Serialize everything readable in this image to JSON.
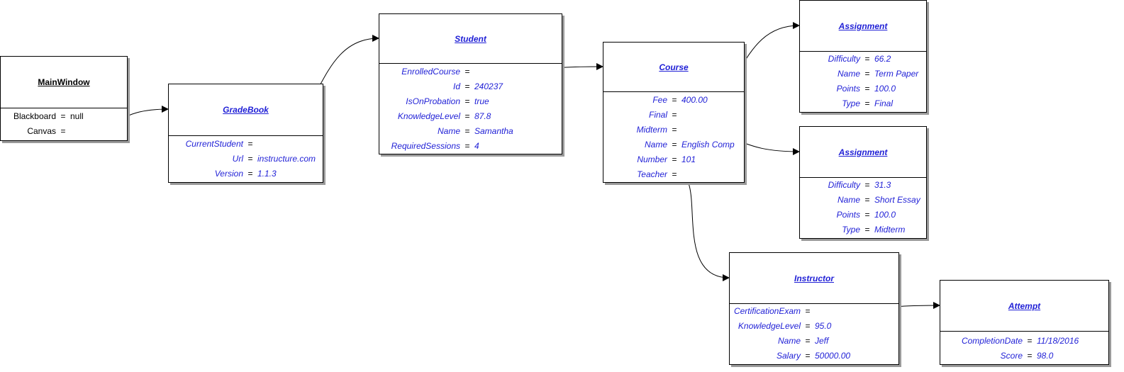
{
  "objects": {
    "mainwindow": {
      "title": "MainWindow",
      "props": [
        {
          "name": "Blackboard",
          "value": "null"
        },
        {
          "name": "Canvas",
          "value": ""
        }
      ]
    },
    "gradebook": {
      "title": "GradeBook",
      "props": [
        {
          "name": "CurrentStudent",
          "value": ""
        },
        {
          "name": "Url",
          "value": "instructure.com"
        },
        {
          "name": "Version",
          "value": "1.1.3"
        }
      ]
    },
    "student": {
      "title": "Student",
      "props": [
        {
          "name": "EnrolledCourse",
          "value": ""
        },
        {
          "name": "Id",
          "value": "240237"
        },
        {
          "name": "IsOnProbation",
          "value": "true"
        },
        {
          "name": "KnowledgeLevel",
          "value": "87.8"
        },
        {
          "name": "Name",
          "value": "Samantha"
        },
        {
          "name": "RequiredSessions",
          "value": "4"
        }
      ]
    },
    "course": {
      "title": "Course",
      "props": [
        {
          "name": "Fee",
          "value": "400.00"
        },
        {
          "name": "Final",
          "value": ""
        },
        {
          "name": "Midterm",
          "value": ""
        },
        {
          "name": "Name",
          "value": "English Comp"
        },
        {
          "name": "Number",
          "value": "101"
        },
        {
          "name": "Teacher",
          "value": ""
        }
      ]
    },
    "assignment1": {
      "title": "Assignment",
      "props": [
        {
          "name": "Difficulty",
          "value": "66.2"
        },
        {
          "name": "Name",
          "value": "Term Paper"
        },
        {
          "name": "Points",
          "value": "100.0"
        },
        {
          "name": "Type",
          "value": "Final"
        }
      ]
    },
    "assignment2": {
      "title": "Assignment",
      "props": [
        {
          "name": "Difficulty",
          "value": "31.3"
        },
        {
          "name": "Name",
          "value": "Short Essay"
        },
        {
          "name": "Points",
          "value": "100.0"
        },
        {
          "name": "Type",
          "value": "Midterm"
        }
      ]
    },
    "instructor": {
      "title": "Instructor",
      "props": [
        {
          "name": "CertificationExam",
          "value": ""
        },
        {
          "name": "KnowledgeLevel",
          "value": "95.0"
        },
        {
          "name": "Name",
          "value": "Jeff"
        },
        {
          "name": "Salary",
          "value": "50000.00"
        }
      ]
    },
    "attempt": {
      "title": "Attempt",
      "props": [
        {
          "name": "CompletionDate",
          "value": "11/18/2016"
        },
        {
          "name": "Score",
          "value": "98.0"
        }
      ]
    }
  },
  "links": [
    {
      "from": "mainwindow",
      "prop": 1,
      "to": "gradebook"
    },
    {
      "from": "gradebook",
      "prop": 0,
      "to": "student"
    },
    {
      "from": "student",
      "prop": 0,
      "to": "course"
    },
    {
      "from": "course",
      "prop": 1,
      "to": "assignment1"
    },
    {
      "from": "course",
      "prop": 2,
      "to": "assignment2"
    },
    {
      "from": "course",
      "prop": 5,
      "to": "instructor"
    },
    {
      "from": "instructor",
      "prop": 0,
      "to": "attempt"
    }
  ]
}
